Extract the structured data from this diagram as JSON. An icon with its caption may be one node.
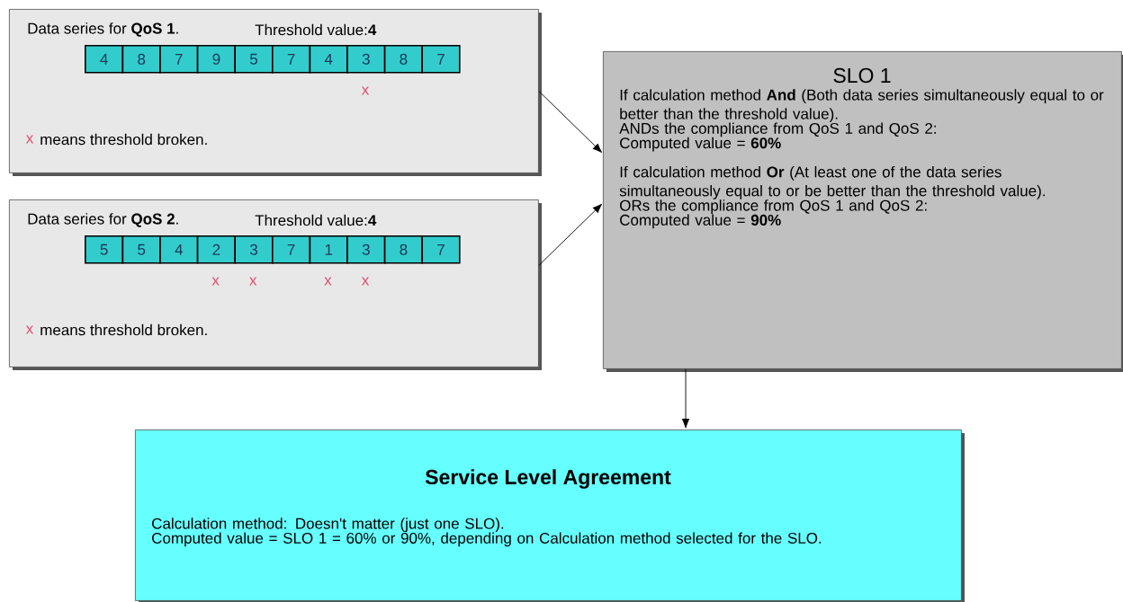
{
  "diagram": {
    "nodes": [
      {
        "text": [
          "Data series for **QoS 1**.",
          "Threshold value:**4**",
          "means threshold broken."
        ]
      },
      {
        "text": [
          "4"
        ],
        "in": 0
      },
      {
        "text": [
          "8"
        ],
        "in": 0
      },
      {
        "text": [
          "7"
        ],
        "in": 0
      },
      {
        "text": [
          "9"
        ],
        "in": 0
      },
      {
        "text": [
          "5"
        ],
        "in": 0
      },
      {
        "text": [
          "7"
        ],
        "in": 0
      },
      {
        "text": [
          "4"
        ],
        "in": 0
      },
      {
        "text": [
          "3"
        ],
        "in": 0
      },
      {
        "text": [
          "8"
        ],
        "in": 0
      },
      {
        "text": [
          "7"
        ],
        "in": 0
      },
      {
        "text": [
          "Data series for **QoS 2**.",
          "Threshold value:**4**",
          "means threshold broken."
        ]
      },
      {
        "text": [
          "5"
        ],
        "in": 11
      },
      {
        "text": [
          "5"
        ],
        "in": 11
      },
      {
        "text": [
          "4"
        ],
        "in": 11
      },
      {
        "text": [
          "2"
        ],
        "in": 11
      },
      {
        "text": [
          "3"
        ],
        "in": 11
      },
      {
        "text": [
          "7"
        ],
        "in": 11
      },
      {
        "text": [
          "1"
        ],
        "in": 11
      },
      {
        "text": [
          "3"
        ],
        "in": 11
      },
      {
        "text": [
          "8"
        ],
        "in": 11
      },
      {
        "text": [
          "7"
        ],
        "in": 11
      },
      {
        "text": [
          "SLO 1",
          "If calculation method **And** (Both data series simultaneously equal to or better than the threshold value).",
          "ANDs the compliance from QoS 1 and QoS 2:",
          "Computed value = **60%**",
          "If calculation method **Or** (At least one of the data series simultaneously equal to or be better than the threshold value).",
          "ORs the compliance from QoS 1 and QoS 2:",
          "Computed value = **90%**"
        ]
      },
      {
        "text": [
          "Service Level Agreement",
          "Calculation method: Doesn't matter (just one SLO).",
          "Computed value = SLO 1 = 60% or 90%, depending on Calculation method selected for the SLO."
        ]
      }
    ],
    "edges": [
      {
        "from": 0,
        "to": 22,
        "arrow": "to"
      },
      {
        "from": 11,
        "to": 22,
        "arrow": "to"
      },
      {
        "from": 22,
        "to": 23,
        "arrow": "to"
      }
    ],
    "labels": [
      "x",
      "x",
      "x",
      "x",
      "x",
      "x",
      "x"
    ]
  }
}
